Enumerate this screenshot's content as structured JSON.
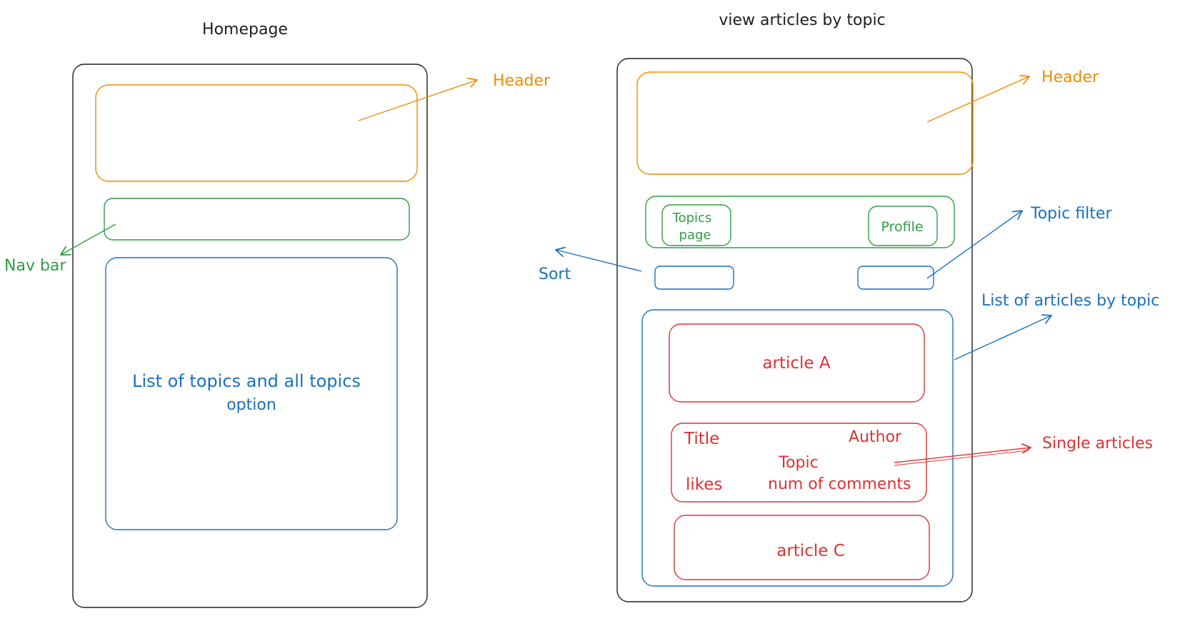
{
  "colors": {
    "black": "#1e1e1e",
    "orange": "#f08c00",
    "green": "#2f9e44",
    "blue": "#1971c2",
    "red": "#e03131"
  },
  "homepage": {
    "title": "Homepage",
    "content_label_line1": "List of topics and all topics",
    "content_label_line2": "option"
  },
  "articles_view": {
    "title": "view articles by topic",
    "nav_topics_line1": "Topics",
    "nav_topics_line2": "page",
    "nav_profile": "Profile",
    "article_a": "article A",
    "article_b": {
      "title": "Title",
      "author": "Author",
      "topic": "Topic",
      "likes": "likes",
      "comments": "num of comments"
    },
    "article_c": "article C"
  },
  "annotations": {
    "header_left": "Header",
    "header_right": "Header",
    "nav_bar": "Nav bar",
    "sort": "Sort",
    "topic_filter": "Topic filter",
    "list_of_articles": "List of articles by topic",
    "single_articles": "Single articles"
  }
}
